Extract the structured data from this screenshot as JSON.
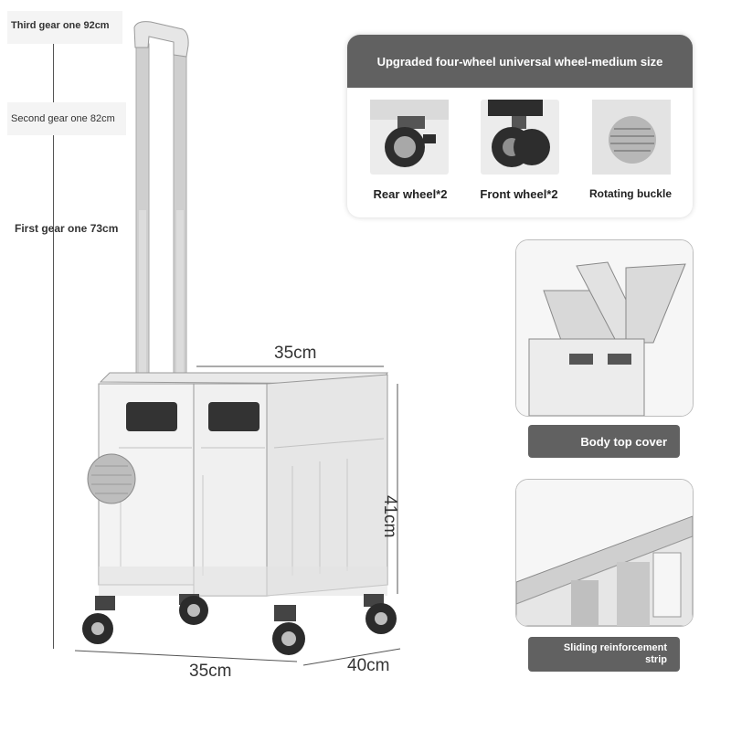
{
  "gears": {
    "third": "Third gear one 92cm",
    "second": "Second gear one 82cm",
    "first": "First gear one 73cm"
  },
  "dimensions": {
    "top_width": "35cm",
    "height": "41cm",
    "bottom_width": "35cm",
    "depth": "40cm"
  },
  "wheel_panel": {
    "title": "Upgraded four-wheel universal wheel-medium size",
    "items": [
      {
        "label": "Rear wheel*2"
      },
      {
        "label": "Front wheel*2"
      },
      {
        "label": "Rotating buckle"
      }
    ]
  },
  "features": {
    "top_cover": "Body top cover",
    "strip_line1": "Sliding reinforcement",
    "strip_line2": "strip"
  },
  "colors": {
    "header_gray": "#616161",
    "cart_white": "#f2f2f2",
    "handle_gray": "#c9c9c9"
  }
}
